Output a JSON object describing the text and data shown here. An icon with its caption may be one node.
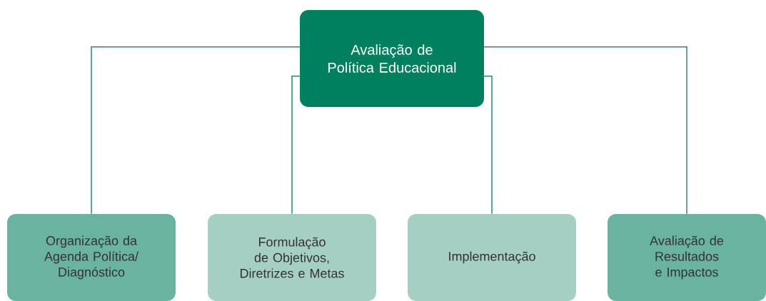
{
  "diagram": {
    "nodes": [
      {
        "text": [
          "Avaliação de Política Educacional"
        ]
      },
      {
        "text": [
          "Organização da Agenda Política/ Diagnóstico"
        ]
      },
      {
        "text": [
          "Formulação de Objetivos, Diretrizes e Metas"
        ]
      },
      {
        "text": [
          "Implementação"
        ]
      },
      {
        "text": [
          "Avaliação de Resultados e Impactos"
        ]
      }
    ],
    "edges": [
      {
        "from": 0,
        "to": 1,
        "arrow": "none"
      },
      {
        "from": 0,
        "to": 2,
        "arrow": "none"
      },
      {
        "from": 0,
        "to": 3,
        "arrow": "none"
      },
      {
        "from": 0,
        "to": 4,
        "arrow": "none"
      }
    ]
  }
}
